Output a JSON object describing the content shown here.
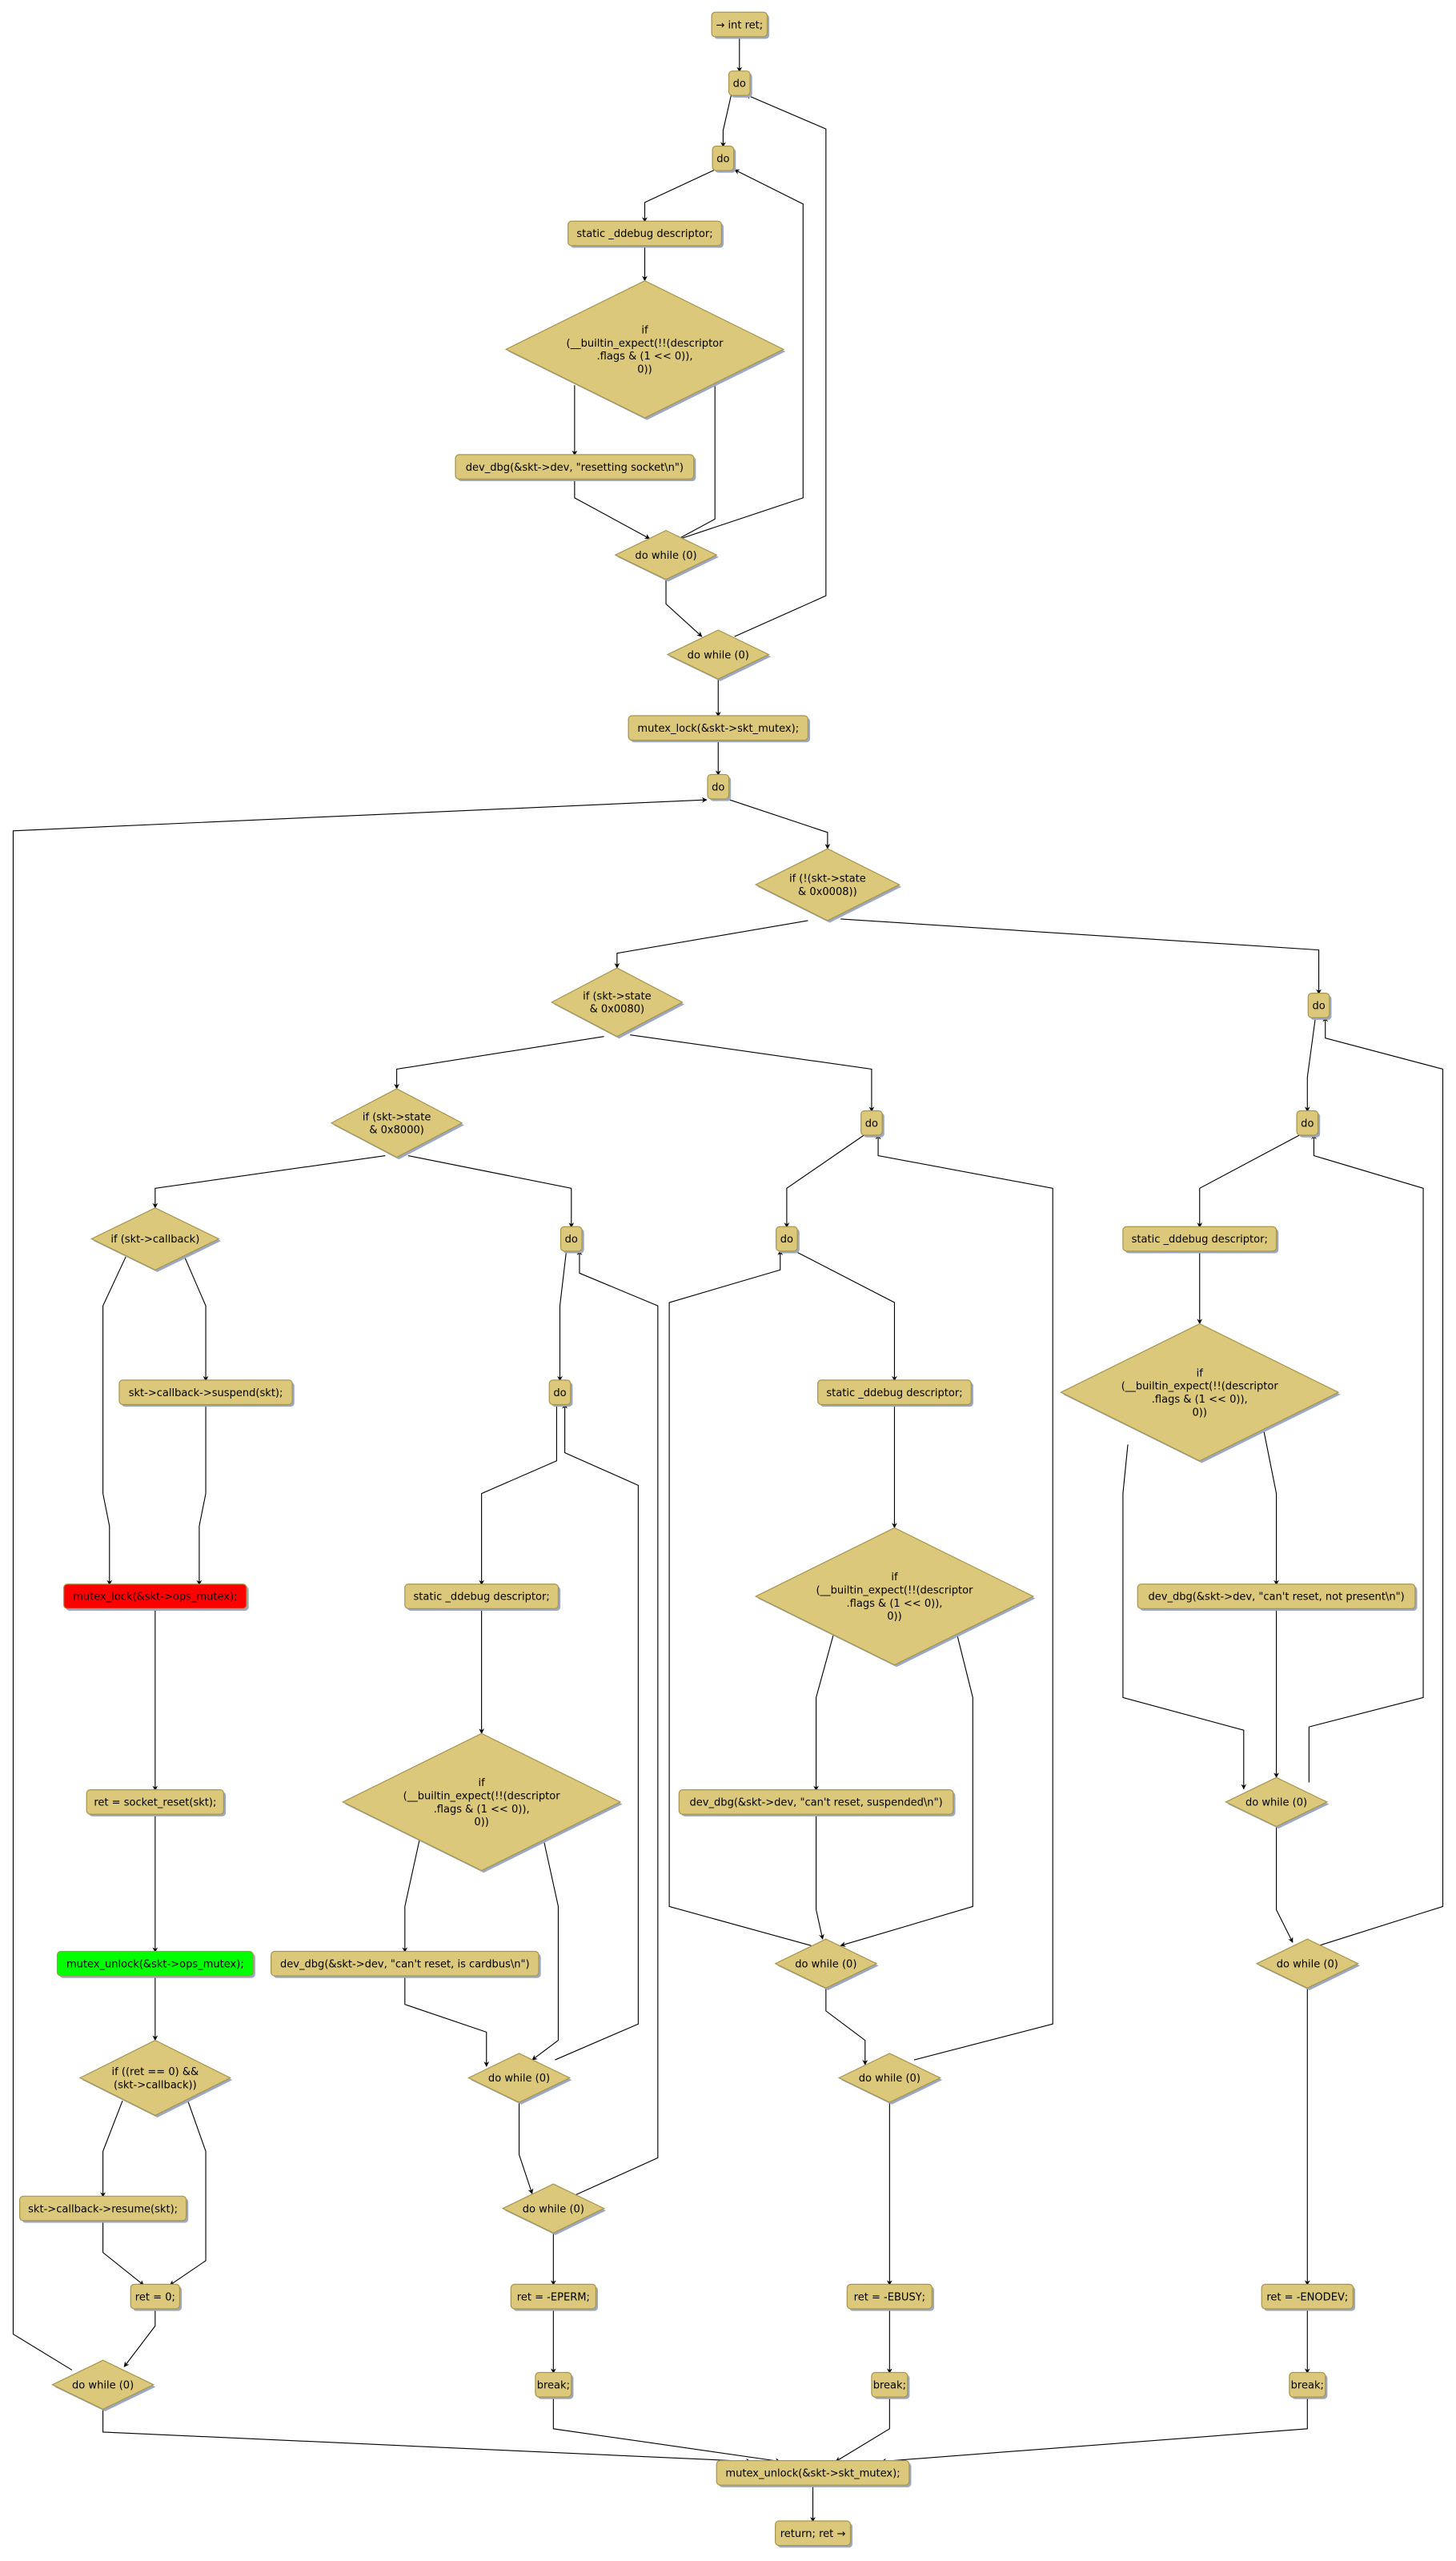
{
  "colors": {
    "node_fill": "#dbc87b",
    "node_border": "#a8954c",
    "lock_fill": "#ff0000",
    "unlock_fill": "#00ff00",
    "edge": "#000000"
  },
  "nodes": [
    {
      "lines": [
        "→ int ret;"
      ]
    },
    {
      "lines": [
        "do"
      ]
    },
    {
      "lines": [
        "do"
      ]
    },
    {
      "lines": [
        "static _ddebug descriptor;"
      ]
    },
    {
      "lines": [
        "if",
        "(__builtin_expect(!!(descriptor",
        ".flags & (1 << 0)),",
        "0))"
      ]
    },
    {
      "lines": [
        "dev_dbg(&skt->dev, \"resetting socket\\n\")"
      ]
    },
    {
      "lines": [
        "do while (0)"
      ]
    },
    {
      "lines": [
        "do while (0)"
      ]
    },
    {
      "lines": [
        "mutex_lock(&skt->skt_mutex);"
      ]
    },
    {
      "lines": [
        "do"
      ]
    },
    {
      "lines": [
        "if (!(skt->state",
        "& 0x0008))"
      ]
    },
    {
      "lines": [
        "if (skt->state",
        "& 0x0080)"
      ]
    },
    {
      "lines": [
        "do"
      ]
    },
    {
      "lines": [
        "if (skt->state",
        "& 0x8000)"
      ]
    },
    {
      "lines": [
        "do"
      ]
    },
    {
      "lines": [
        "do"
      ]
    },
    {
      "lines": [
        "if (skt->callback)"
      ]
    },
    {
      "lines": [
        "do"
      ]
    },
    {
      "lines": [
        "do"
      ]
    },
    {
      "lines": [
        "static _ddebug descriptor;"
      ]
    },
    {
      "lines": [
        "skt->callback->suspend(skt);"
      ]
    },
    {
      "lines": [
        "do"
      ]
    },
    {
      "lines": [
        "static _ddebug descriptor;"
      ]
    },
    {
      "lines": [
        "if",
        "(__builtin_expect(!!(descriptor",
        ".flags & (1 << 0)),",
        "0))"
      ]
    },
    {
      "lines": [
        "if",
        "(__builtin_expect(!!(descriptor",
        ".flags & (1 << 0)),",
        "0))"
      ]
    },
    {
      "lines": [
        "mutex_lock(&skt->ops_mutex);"
      ],
      "color": "lock"
    },
    {
      "lines": [
        "static _ddebug descriptor;"
      ]
    },
    {
      "lines": [
        "dev_dbg(&skt->dev, \"can't reset, not present\\n\")"
      ]
    },
    {
      "lines": [
        "ret = socket_reset(skt);"
      ]
    },
    {
      "lines": [
        "if",
        "(__builtin_expect(!!(descriptor",
        ".flags & (1 << 0)),",
        "0))"
      ]
    },
    {
      "lines": [
        "dev_dbg(&skt->dev, \"can't reset, suspended\\n\")"
      ]
    },
    {
      "lines": [
        "do while (0)"
      ]
    },
    {
      "lines": [
        "mutex_unlock(&skt->ops_mutex);"
      ],
      "color": "unlock"
    },
    {
      "lines": [
        "dev_dbg(&skt->dev, \"can't reset, is cardbus\\n\")"
      ]
    },
    {
      "lines": [
        "do while (0)"
      ]
    },
    {
      "lines": [
        "do while (0)"
      ]
    },
    {
      "lines": [
        "if ((ret == 0) &&",
        "(skt->callback))"
      ]
    },
    {
      "lines": [
        "do while (0)"
      ]
    },
    {
      "lines": [
        "do while (0)"
      ]
    },
    {
      "lines": [
        "skt->callback->resume(skt);"
      ]
    },
    {
      "lines": [
        "do while (0)"
      ]
    },
    {
      "lines": [
        "ret = 0;"
      ]
    },
    {
      "lines": [
        "ret = -EPERM;"
      ]
    },
    {
      "lines": [
        "ret = -EBUSY;"
      ]
    },
    {
      "lines": [
        "ret = -ENODEV;"
      ]
    },
    {
      "lines": [
        "do while (0)"
      ]
    },
    {
      "lines": [
        "break;"
      ]
    },
    {
      "lines": [
        "break;"
      ]
    },
    {
      "lines": [
        "break;"
      ]
    },
    {
      "lines": [
        "mutex_unlock(&skt->skt_mutex);"
      ]
    },
    {
      "lines": [
        "return; ret →"
      ]
    }
  ]
}
